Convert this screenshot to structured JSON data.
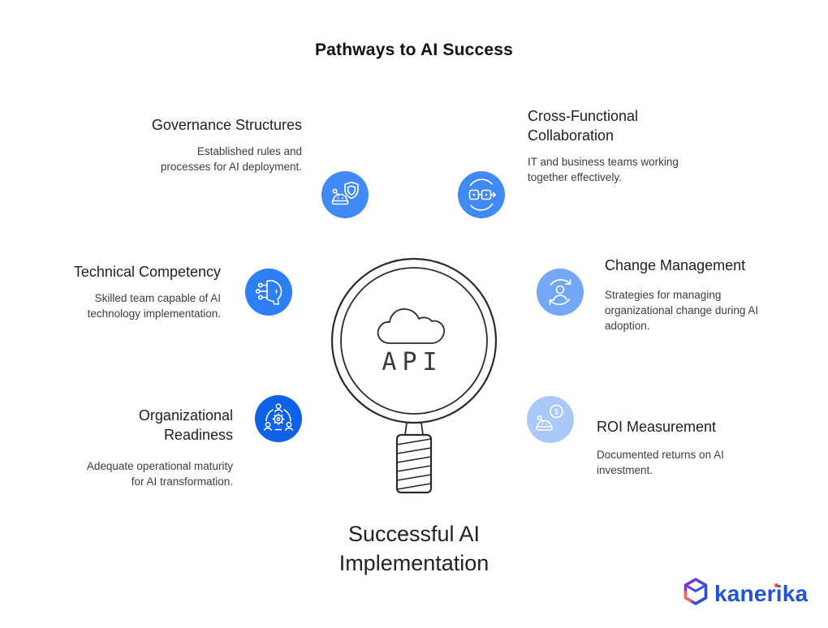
{
  "title": "Pathways to AI Success",
  "items": [
    {
      "id": "governance",
      "heading": "Governance Structures",
      "description": "Established rules and processes for AI deployment.",
      "icon": "robot-shield-icon",
      "circle_color": "#4189f4"
    },
    {
      "id": "cross-functional-collaboration",
      "heading": "Cross-Functional Collaboration",
      "description": "IT and business teams working together effectively.",
      "icon": "process-flow-icon",
      "circle_color": "#4189f4"
    },
    {
      "id": "technical-competency",
      "heading": "Technical Competency",
      "description": "Skilled team capable of AI technology implementation.",
      "icon": "ai-head-circuit-icon",
      "circle_color": "#2e7ef7"
    },
    {
      "id": "change-management",
      "heading": "Change Management",
      "description": "Strategies for managing organizational change during AI adoption.",
      "icon": "person-refresh-icon",
      "circle_color": "#74a7f5"
    },
    {
      "id": "organizational-readiness",
      "heading": "Organizational Readiness",
      "description": "Adequate operational maturity for AI transformation.",
      "icon": "team-gear-icon",
      "circle_color": "#0d62e5"
    },
    {
      "id": "roi-measurement",
      "heading": "ROI Measurement",
      "description": "Documented returns on AI investment.",
      "icon": "robot-coin-icon",
      "circle_color": "#abc9f8",
      "coin_symbol": "$"
    }
  ],
  "center": {
    "api_label": "API",
    "caption": "Successful AI Implementation"
  },
  "logo": {
    "brand": "kanerika",
    "text_color": "#2153d6",
    "accent_color": "#f4572e",
    "gradient_start": "#8b2fc9",
    "gradient_end": "#2743d6"
  }
}
